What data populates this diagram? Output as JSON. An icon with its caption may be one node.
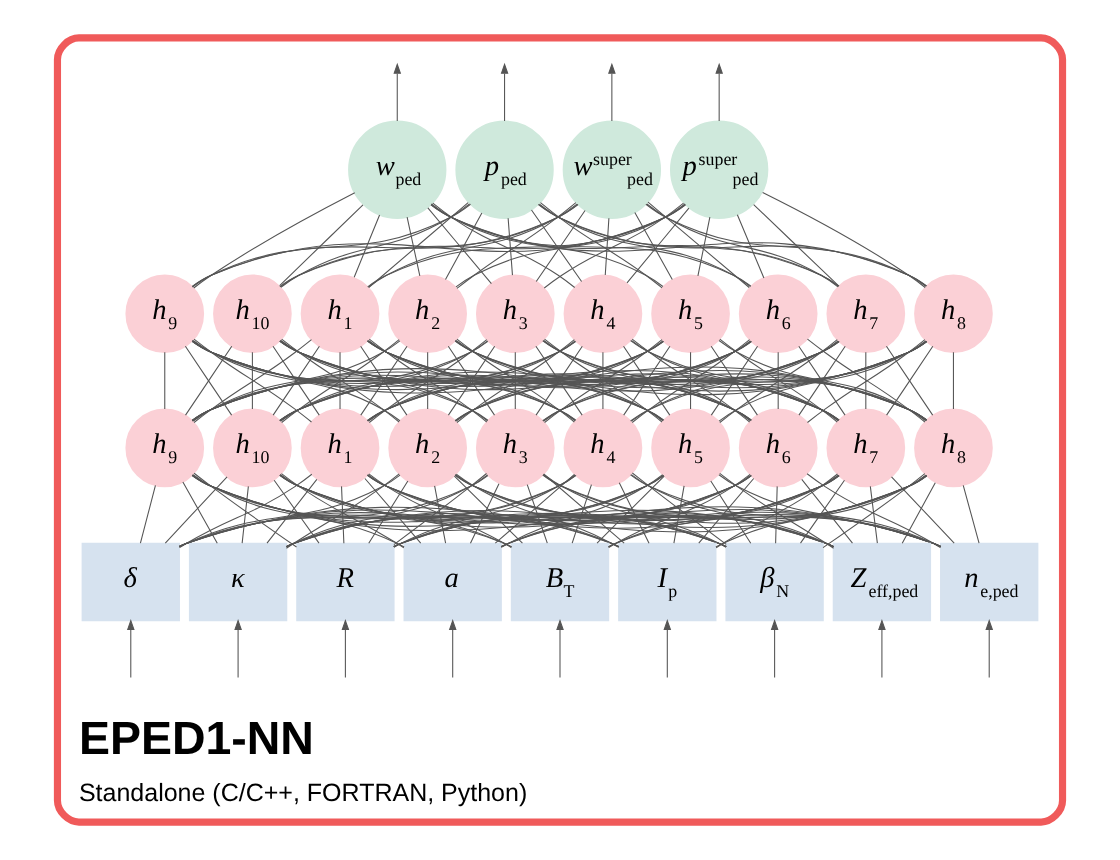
{
  "diagram": {
    "nodes": [
      {
        "text": [
          "EPED1-NN",
          "Standalone (C/C++, FORTRAN, Python)"
        ]
      },
      {
        "text": [
          "w$_{ped}$"
        ],
        "in": 0
      },
      {
        "text": [
          "p$_{ped}$"
        ],
        "in": 0
      },
      {
        "text": [
          "w$^{super}$$_{ped}$"
        ],
        "in": 0
      },
      {
        "text": [
          "p$^{super}$$_{ped}$"
        ],
        "in": 0
      },
      {
        "text": [
          "h$_{1}$"
        ],
        "in": 0
      },
      {
        "text": [
          "h$_{2}$"
        ],
        "in": 0
      },
      {
        "text": [
          "h$_{3}$"
        ],
        "in": 0
      },
      {
        "text": [
          "h$_{4}$"
        ],
        "in": 0
      },
      {
        "text": [
          "h$_{5}$"
        ],
        "in": 0
      },
      {
        "text": [
          "h$_{6}$"
        ],
        "in": 0
      },
      {
        "text": [
          "h$_{7}$"
        ],
        "in": 0
      },
      {
        "text": [
          "h$_{8}$"
        ],
        "in": 0
      },
      {
        "text": [
          "h$_{9}$"
        ],
        "in": 0
      },
      {
        "text": [
          "h$_{10}$"
        ],
        "in": 0
      },
      {
        "text": [
          "h$_{1}$"
        ],
        "in": 0
      },
      {
        "text": [
          "h$_{2}$"
        ],
        "in": 0
      },
      {
        "text": [
          "h$_{3}$"
        ],
        "in": 0
      },
      {
        "text": [
          "h$_{4}$"
        ],
        "in": 0
      },
      {
        "text": [
          "h$_{5}$"
        ],
        "in": 0
      },
      {
        "text": [
          "h$_{6}$"
        ],
        "in": 0
      },
      {
        "text": [
          "h$_{7}$"
        ],
        "in": 0
      },
      {
        "text": [
          "h$_{8}$"
        ],
        "in": 0
      },
      {
        "text": [
          "h$_{9}$"
        ],
        "in": 0
      },
      {
        "text": [
          "h$_{10}$"
        ],
        "in": 0
      },
      {
        "text": [
          "n$_{e,ped}$"
        ],
        "in": 0
      },
      {
        "text": [
          "Z$_{eff,ped}$"
        ],
        "in": 0
      },
      {
        "text": [
          "β$_{N}$"
        ],
        "in": 0
      },
      {
        "text": [
          "I$_{p}$"
        ],
        "in": 0
      },
      {
        "text": [
          "B$_{T}$"
        ],
        "in": 0
      },
      {
        "text": [
          "a"
        ],
        "in": 0
      },
      {
        "text": [
          "R"
        ],
        "in": 0
      },
      {
        "text": [
          "κ"
        ],
        "in": 0
      },
      {
        "text": [
          "δ"
        ],
        "in": 0
      }
    ],
    "edges": [
      {
        "from": null,
        "to": 25,
        "arrow": "to"
      },
      {
        "from": null,
        "to": 26,
        "arrow": "to"
      },
      {
        "from": null,
        "to": 27,
        "arrow": "to"
      },
      {
        "from": null,
        "to": 28,
        "arrow": "to"
      },
      {
        "from": null,
        "to": 29,
        "arrow": "to"
      },
      {
        "from": null,
        "to": 30,
        "arrow": "to"
      },
      {
        "from": null,
        "to": 31,
        "arrow": "to"
      },
      {
        "from": null,
        "to": 32,
        "arrow": "to"
      },
      {
        "from": null,
        "to": 33,
        "arrow": "to"
      },
      {
        "from": 25,
        "to": 15,
        "arrow": "none"
      },
      {
        "from": 25,
        "to": 16,
        "arrow": "none"
      },
      {
        "from": 25,
        "to": 17,
        "arrow": "none"
      },
      {
        "from": 25,
        "to": 18,
        "arrow": "none"
      },
      {
        "from": 25,
        "to": 19,
        "arrow": "none"
      },
      {
        "from": 25,
        "to": 20,
        "arrow": "none"
      },
      {
        "from": 25,
        "to": 21,
        "arrow": "none"
      },
      {
        "from": 25,
        "to": 22,
        "arrow": "none"
      },
      {
        "from": 25,
        "to": 23,
        "arrow": "none"
      },
      {
        "from": 25,
        "to": 24,
        "arrow": "none"
      },
      {
        "from": 26,
        "to": 15,
        "arrow": "none"
      },
      {
        "from": 26,
        "to": 16,
        "arrow": "none"
      },
      {
        "from": 26,
        "to": 17,
        "arrow": "none"
      },
      {
        "from": 26,
        "to": 18,
        "arrow": "none"
      },
      {
        "from": 26,
        "to": 19,
        "arrow": "none"
      },
      {
        "from": 26,
        "to": 20,
        "arrow": "none"
      },
      {
        "from": 26,
        "to": 21,
        "arrow": "none"
      },
      {
        "from": 26,
        "to": 22,
        "arrow": "none"
      },
      {
        "from": 26,
        "to": 23,
        "arrow": "none"
      },
      {
        "from": 26,
        "to": 24,
        "arrow": "none"
      },
      {
        "from": 27,
        "to": 15,
        "arrow": "none"
      },
      {
        "from": 27,
        "to": 16,
        "arrow": "none"
      },
      {
        "from": 27,
        "to": 17,
        "arrow": "none"
      },
      {
        "from": 27,
        "to": 18,
        "arrow": "none"
      },
      {
        "from": 27,
        "to": 19,
        "arrow": "none"
      },
      {
        "from": 27,
        "to": 20,
        "arrow": "none"
      },
      {
        "from": 27,
        "to": 21,
        "arrow": "none"
      },
      {
        "from": 27,
        "to": 22,
        "arrow": "none"
      },
      {
        "from": 27,
        "to": 23,
        "arrow": "none"
      },
      {
        "from": 27,
        "to": 24,
        "arrow": "none"
      },
      {
        "from": 28,
        "to": 15,
        "arrow": "none"
      },
      {
        "from": 28,
        "to": 16,
        "arrow": "none"
      },
      {
        "from": 28,
        "to": 17,
        "arrow": "none"
      },
      {
        "from": 28,
        "to": 18,
        "arrow": "none"
      },
      {
        "from": 28,
        "to": 19,
        "arrow": "none"
      },
      {
        "from": 28,
        "to": 20,
        "arrow": "none"
      },
      {
        "from": 28,
        "to": 21,
        "arrow": "none"
      },
      {
        "from": 28,
        "to": 22,
        "arrow": "none"
      },
      {
        "from": 28,
        "to": 23,
        "arrow": "none"
      },
      {
        "from": 28,
        "to": 24,
        "arrow": "none"
      },
      {
        "from": 29,
        "to": 15,
        "arrow": "none"
      },
      {
        "from": 29,
        "to": 16,
        "arrow": "none"
      },
      {
        "from": 29,
        "to": 17,
        "arrow": "none"
      },
      {
        "from": 29,
        "to": 18,
        "arrow": "none"
      },
      {
        "from": 29,
        "to": 19,
        "arrow": "none"
      },
      {
        "from": 29,
        "to": 20,
        "arrow": "none"
      },
      {
        "from": 29,
        "to": 21,
        "arrow": "none"
      },
      {
        "from": 29,
        "to": 22,
        "arrow": "none"
      },
      {
        "from": 29,
        "to": 23,
        "arrow": "none"
      },
      {
        "from": 29,
        "to": 24,
        "arrow": "none"
      },
      {
        "from": 30,
        "to": 15,
        "arrow": "none"
      },
      {
        "from": 30,
        "to": 16,
        "arrow": "none"
      },
      {
        "from": 30,
        "to": 17,
        "arrow": "none"
      },
      {
        "from": 30,
        "to": 18,
        "arrow": "none"
      },
      {
        "from": 30,
        "to": 19,
        "arrow": "none"
      },
      {
        "from": 30,
        "to": 20,
        "arrow": "none"
      },
      {
        "from": 30,
        "to": 21,
        "arrow": "none"
      },
      {
        "from": 30,
        "to": 22,
        "arrow": "none"
      },
      {
        "from": 30,
        "to": 23,
        "arrow": "none"
      },
      {
        "from": 30,
        "to": 24,
        "arrow": "none"
      },
      {
        "from": 31,
        "to": 15,
        "arrow": "none"
      },
      {
        "from": 31,
        "to": 16,
        "arrow": "none"
      },
      {
        "from": 31,
        "to": 17,
        "arrow": "none"
      },
      {
        "from": 31,
        "to": 18,
        "arrow": "none"
      },
      {
        "from": 31,
        "to": 19,
        "arrow": "none"
      },
      {
        "from": 31,
        "to": 20,
        "arrow": "none"
      },
      {
        "from": 31,
        "to": 21,
        "arrow": "none"
      },
      {
        "from": 31,
        "to": 22,
        "arrow": "none"
      },
      {
        "from": 31,
        "to": 23,
        "arrow": "none"
      },
      {
        "from": 31,
        "to": 24,
        "arrow": "none"
      },
      {
        "from": 32,
        "to": 15,
        "arrow": "none"
      },
      {
        "from": 32,
        "to": 16,
        "arrow": "none"
      },
      {
        "from": 32,
        "to": 17,
        "arrow": "none"
      },
      {
        "from": 32,
        "to": 18,
        "arrow": "none"
      },
      {
        "from": 32,
        "to": 19,
        "arrow": "none"
      },
      {
        "from": 32,
        "to": 20,
        "arrow": "none"
      },
      {
        "from": 32,
        "to": 21,
        "arrow": "none"
      },
      {
        "from": 32,
        "to": 22,
        "arrow": "none"
      },
      {
        "from": 32,
        "to": 23,
        "arrow": "none"
      },
      {
        "from": 32,
        "to": 24,
        "arrow": "none"
      },
      {
        "from": 33,
        "to": 15,
        "arrow": "none"
      },
      {
        "from": 33,
        "to": 16,
        "arrow": "none"
      },
      {
        "from": 33,
        "to": 17,
        "arrow": "none"
      },
      {
        "from": 33,
        "to": 18,
        "arrow": "none"
      },
      {
        "from": 33,
        "to": 19,
        "arrow": "none"
      },
      {
        "from": 33,
        "to": 20,
        "arrow": "none"
      },
      {
        "from": 33,
        "to": 21,
        "arrow": "none"
      },
      {
        "from": 33,
        "to": 22,
        "arrow": "none"
      },
      {
        "from": 33,
        "to": 23,
        "arrow": "none"
      },
      {
        "from": 33,
        "to": 24,
        "arrow": "none"
      },
      {
        "from": 15,
        "to": 5,
        "arrow": "none"
      },
      {
        "from": 15,
        "to": 6,
        "arrow": "none"
      },
      {
        "from": 15,
        "to": 7,
        "arrow": "none"
      },
      {
        "from": 15,
        "to": 8,
        "arrow": "none"
      },
      {
        "from": 15,
        "to": 9,
        "arrow": "none"
      },
      {
        "from": 15,
        "to": 10,
        "arrow": "none"
      },
      {
        "from": 15,
        "to": 11,
        "arrow": "none"
      },
      {
        "from": 15,
        "to": 12,
        "arrow": "none"
      },
      {
        "from": 15,
        "to": 13,
        "arrow": "none"
      },
      {
        "from": 15,
        "to": 14,
        "arrow": "none"
      },
      {
        "from": 16,
        "to": 5,
        "arrow": "none"
      },
      {
        "from": 16,
        "to": 6,
        "arrow": "none"
      },
      {
        "from": 16,
        "to": 7,
        "arrow": "none"
      },
      {
        "from": 16,
        "to": 8,
        "arrow": "none"
      },
      {
        "from": 16,
        "to": 9,
        "arrow": "none"
      },
      {
        "from": 16,
        "to": 10,
        "arrow": "none"
      },
      {
        "from": 16,
        "to": 11,
        "arrow": "none"
      },
      {
        "from": 16,
        "to": 12,
        "arrow": "none"
      },
      {
        "from": 16,
        "to": 13,
        "arrow": "none"
      },
      {
        "from": 16,
        "to": 14,
        "arrow": "none"
      },
      {
        "from": 17,
        "to": 5,
        "arrow": "none"
      },
      {
        "from": 17,
        "to": 6,
        "arrow": "none"
      },
      {
        "from": 17,
        "to": 7,
        "arrow": "none"
      },
      {
        "from": 17,
        "to": 8,
        "arrow": "none"
      },
      {
        "from": 17,
        "to": 9,
        "arrow": "none"
      },
      {
        "from": 17,
        "to": 10,
        "arrow": "none"
      },
      {
        "from": 17,
        "to": 11,
        "arrow": "none"
      },
      {
        "from": 17,
        "to": 12,
        "arrow": "none"
      },
      {
        "from": 17,
        "to": 13,
        "arrow": "none"
      },
      {
        "from": 17,
        "to": 14,
        "arrow": "none"
      },
      {
        "from": 18,
        "to": 5,
        "arrow": "none"
      },
      {
        "from": 18,
        "to": 6,
        "arrow": "none"
      },
      {
        "from": 18,
        "to": 7,
        "arrow": "none"
      },
      {
        "from": 18,
        "to": 8,
        "arrow": "none"
      },
      {
        "from": 18,
        "to": 9,
        "arrow": "none"
      },
      {
        "from": 18,
        "to": 10,
        "arrow": "none"
      },
      {
        "from": 18,
        "to": 11,
        "arrow": "none"
      },
      {
        "from": 18,
        "to": 12,
        "arrow": "none"
      },
      {
        "from": 18,
        "to": 13,
        "arrow": "none"
      },
      {
        "from": 18,
        "to": 14,
        "arrow": "none"
      },
      {
        "from": 19,
        "to": 5,
        "arrow": "none"
      },
      {
        "from": 19,
        "to": 6,
        "arrow": "none"
      },
      {
        "from": 19,
        "to": 7,
        "arrow": "none"
      },
      {
        "from": 19,
        "to": 8,
        "arrow": "none"
      },
      {
        "from": 19,
        "to": 9,
        "arrow": "none"
      },
      {
        "from": 19,
        "to": 10,
        "arrow": "none"
      },
      {
        "from": 19,
        "to": 11,
        "arrow": "none"
      },
      {
        "from": 19,
        "to": 12,
        "arrow": "none"
      },
      {
        "from": 19,
        "to": 13,
        "arrow": "none"
      },
      {
        "from": 19,
        "to": 14,
        "arrow": "none"
      },
      {
        "from": 20,
        "to": 5,
        "arrow": "none"
      },
      {
        "from": 20,
        "to": 6,
        "arrow": "none"
      },
      {
        "from": 20,
        "to": 7,
        "arrow": "none"
      },
      {
        "from": 20,
        "to": 8,
        "arrow": "none"
      },
      {
        "from": 20,
        "to": 9,
        "arrow": "none"
      },
      {
        "from": 20,
        "to": 10,
        "arrow": "none"
      },
      {
        "from": 20,
        "to": 11,
        "arrow": "none"
      },
      {
        "from": 20,
        "to": 12,
        "arrow": "none"
      },
      {
        "from": 20,
        "to": 13,
        "arrow": "none"
      },
      {
        "from": 20,
        "to": 14,
        "arrow": "none"
      },
      {
        "from": 21,
        "to": 5,
        "arrow": "none"
      },
      {
        "from": 21,
        "to": 6,
        "arrow": "none"
      },
      {
        "from": 21,
        "to": 7,
        "arrow": "none"
      },
      {
        "from": 21,
        "to": 8,
        "arrow": "none"
      },
      {
        "from": 21,
        "to": 9,
        "arrow": "none"
      },
      {
        "from": 21,
        "to": 10,
        "arrow": "none"
      },
      {
        "from": 21,
        "to": 11,
        "arrow": "none"
      },
      {
        "from": 21,
        "to": 12,
        "arrow": "none"
      },
      {
        "from": 21,
        "to": 13,
        "arrow": "none"
      },
      {
        "from": 21,
        "to": 14,
        "arrow": "none"
      },
      {
        "from": 22,
        "to": 5,
        "arrow": "none"
      },
      {
        "from": 22,
        "to": 6,
        "arrow": "none"
      },
      {
        "from": 22,
        "to": 7,
        "arrow": "none"
      },
      {
        "from": 22,
        "to": 8,
        "arrow": "none"
      },
      {
        "from": 22,
        "to": 9,
        "arrow": "none"
      },
      {
        "from": 22,
        "to": 10,
        "arrow": "none"
      },
      {
        "from": 22,
        "to": 11,
        "arrow": "none"
      },
      {
        "from": 22,
        "to": 12,
        "arrow": "none"
      },
      {
        "from": 22,
        "to": 13,
        "arrow": "none"
      },
      {
        "from": 22,
        "to": 14,
        "arrow": "none"
      },
      {
        "from": 23,
        "to": 5,
        "arrow": "none"
      },
      {
        "from": 23,
        "to": 6,
        "arrow": "none"
      },
      {
        "from": 23,
        "to": 7,
        "arrow": "none"
      },
      {
        "from": 23,
        "to": 8,
        "arrow": "none"
      },
      {
        "from": 23,
        "to": 9,
        "arrow": "none"
      },
      {
        "from": 23,
        "to": 10,
        "arrow": "none"
      },
      {
        "from": 23,
        "to": 11,
        "arrow": "none"
      },
      {
        "from": 23,
        "to": 12,
        "arrow": "none"
      },
      {
        "from": 23,
        "to": 13,
        "arrow": "none"
      },
      {
        "from": 23,
        "to": 14,
        "arrow": "none"
      },
      {
        "from": 24,
        "to": 5,
        "arrow": "none"
      },
      {
        "from": 24,
        "to": 6,
        "arrow": "none"
      },
      {
        "from": 24,
        "to": 7,
        "arrow": "none"
      },
      {
        "from": 24,
        "to": 8,
        "arrow": "none"
      },
      {
        "from": 24,
        "to": 9,
        "arrow": "none"
      },
      {
        "from": 24,
        "to": 10,
        "arrow": "none"
      },
      {
        "from": 24,
        "to": 11,
        "arrow": "none"
      },
      {
        "from": 24,
        "to": 12,
        "arrow": "none"
      },
      {
        "from": 24,
        "to": 13,
        "arrow": "none"
      },
      {
        "from": 24,
        "to": 14,
        "arrow": "none"
      },
      {
        "from": 5,
        "to": 1,
        "arrow": "none"
      },
      {
        "from": 5,
        "to": 2,
        "arrow": "none"
      },
      {
        "from": 5,
        "to": 3,
        "arrow": "none"
      },
      {
        "from": 5,
        "to": 4,
        "arrow": "none"
      },
      {
        "from": 6,
        "to": 1,
        "arrow": "none"
      },
      {
        "from": 6,
        "to": 2,
        "arrow": "none"
      },
      {
        "from": 6,
        "to": 3,
        "arrow": "none"
      },
      {
        "from": 6,
        "to": 4,
        "arrow": "none"
      },
      {
        "from": 7,
        "to": 1,
        "arrow": "none"
      },
      {
        "from": 7,
        "to": 2,
        "arrow": "none"
      },
      {
        "from": 7,
        "to": 3,
        "arrow": "none"
      },
      {
        "from": 7,
        "to": 4,
        "arrow": "none"
      },
      {
        "from": 8,
        "to": 1,
        "arrow": "none"
      },
      {
        "from": 8,
        "to": 2,
        "arrow": "none"
      },
      {
        "from": 8,
        "to": 3,
        "arrow": "none"
      },
      {
        "from": 8,
        "to": 4,
        "arrow": "none"
      },
      {
        "from": 9,
        "to": 1,
        "arrow": "none"
      },
      {
        "from": 9,
        "to": 2,
        "arrow": "none"
      },
      {
        "from": 9,
        "to": 3,
        "arrow": "none"
      },
      {
        "from": 9,
        "to": 4,
        "arrow": "none"
      },
      {
        "from": 10,
        "to": 1,
        "arrow": "none"
      },
      {
        "from": 10,
        "to": 2,
        "arrow": "none"
      },
      {
        "from": 10,
        "to": 3,
        "arrow": "none"
      },
      {
        "from": 10,
        "to": 4,
        "arrow": "none"
      },
      {
        "from": 11,
        "to": 1,
        "arrow": "none"
      },
      {
        "from": 11,
        "to": 2,
        "arrow": "none"
      },
      {
        "from": 11,
        "to": 3,
        "arrow": "none"
      },
      {
        "from": 11,
        "to": 4,
        "arrow": "none"
      },
      {
        "from": 12,
        "to": 1,
        "arrow": "none"
      },
      {
        "from": 12,
        "to": 2,
        "arrow": "none"
      },
      {
        "from": 12,
        "to": 3,
        "arrow": "none"
      },
      {
        "from": 12,
        "to": 4,
        "arrow": "none"
      },
      {
        "from": 13,
        "to": 1,
        "arrow": "none"
      },
      {
        "from": 13,
        "to": 2,
        "arrow": "none"
      },
      {
        "from": 13,
        "to": 3,
        "arrow": "none"
      },
      {
        "from": 13,
        "to": 4,
        "arrow": "none"
      },
      {
        "from": 14,
        "to": 1,
        "arrow": "none"
      },
      {
        "from": 14,
        "to": 2,
        "arrow": "none"
      },
      {
        "from": 14,
        "to": 3,
        "arrow": "none"
      },
      {
        "from": 14,
        "to": 4,
        "arrow": "none"
      },
      {
        "from": 1,
        "to": null,
        "arrow": "to"
      },
      {
        "from": 2,
        "to": null,
        "arrow": "to"
      },
      {
        "from": 3,
        "to": null,
        "arrow": "to"
      },
      {
        "from": 4,
        "to": null,
        "arrow": "to"
      }
    ]
  }
}
